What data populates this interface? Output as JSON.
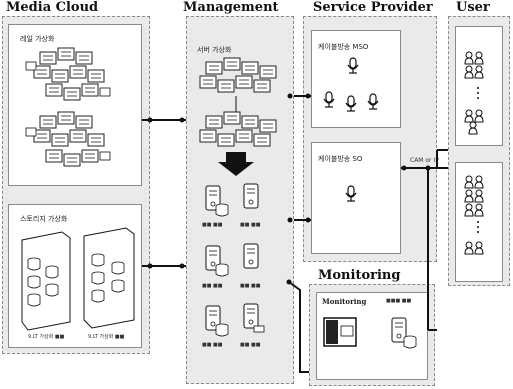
{
  "columns": {
    "media_cloud": "Media Cloud",
    "management": "Management",
    "service_provider": "Service Provider",
    "user": "User",
    "monitoring": "Monitoring"
  },
  "media_cloud": {
    "box1_label": "레일 가상화",
    "box2_label": "스토리지 가상화",
    "storage_caption_1": "9.LT 가상화 ■■",
    "storage_caption_2": "9.LT 가상화 ■■"
  },
  "management": {
    "server_virt_label": "서버 가상화",
    "server_captions": [
      "■■ ■■",
      "■■ ■■",
      "■■ ■■",
      "■■ ■■",
      "■■ ■■",
      "■■ ■■"
    ]
  },
  "service_provider": {
    "box1_label": "케이블방송 MSO",
    "box2_label": "케이블방송 SO"
  },
  "monitoring": {
    "window_label": "Monitoring",
    "badge": "■■■ ■■"
  },
  "link_label": "CAM or IP"
}
